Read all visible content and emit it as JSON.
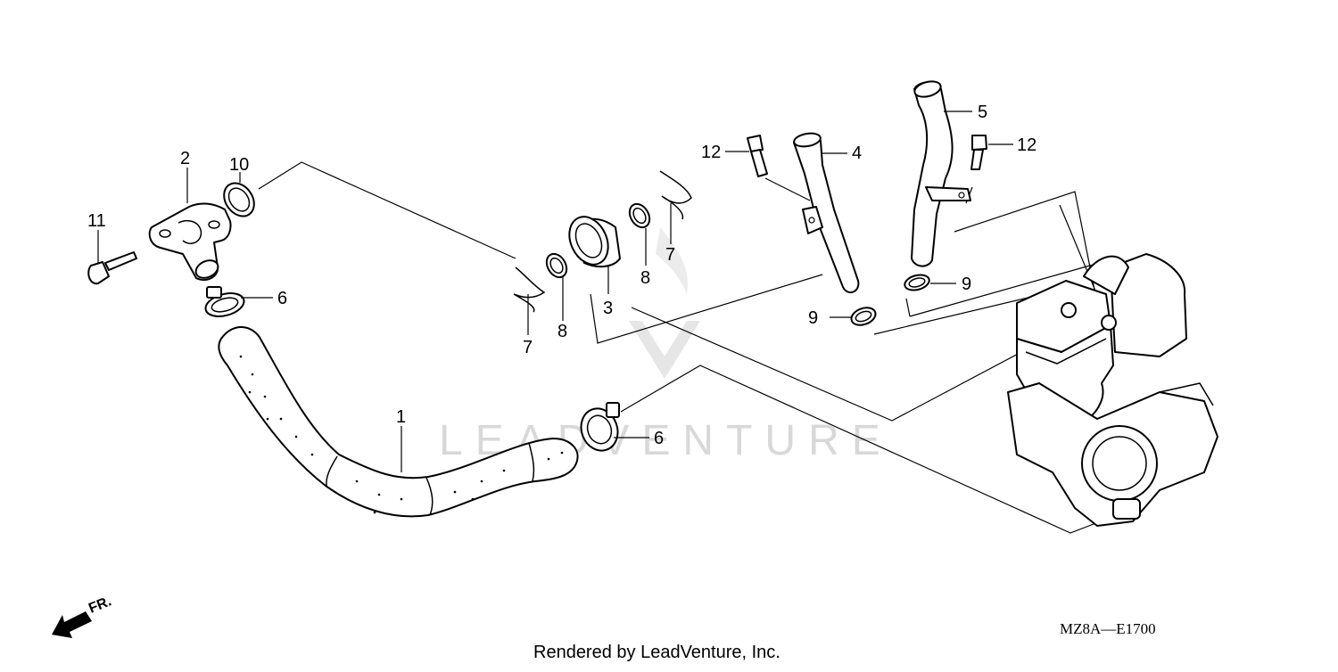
{
  "callouts": [
    {
      "id": "c1",
      "text": "1"
    },
    {
      "id": "c2",
      "text": "2"
    },
    {
      "id": "c3",
      "text": "3"
    },
    {
      "id": "c4",
      "text": "4"
    },
    {
      "id": "c5",
      "text": "5"
    },
    {
      "id": "c6a",
      "text": "6"
    },
    {
      "id": "c6b",
      "text": "6"
    },
    {
      "id": "c7a",
      "text": "7"
    },
    {
      "id": "c7b",
      "text": "7"
    },
    {
      "id": "c8a",
      "text": "8"
    },
    {
      "id": "c8b",
      "text": "8"
    },
    {
      "id": "c9a",
      "text": "9"
    },
    {
      "id": "c9b",
      "text": "9"
    },
    {
      "id": "c10",
      "text": "10"
    },
    {
      "id": "c11",
      "text": "11"
    },
    {
      "id": "c12a",
      "text": "12"
    },
    {
      "id": "c12b",
      "text": "12"
    }
  ],
  "front_marker": "FR.",
  "watermark": "LEADVENTURE",
  "diagram_code": "MZ8A—E1700",
  "credit": "Rendered by LeadVenture, Inc.",
  "colors": {
    "line": "#000000",
    "watermark": "#d8d8d8",
    "background": "#ffffff"
  }
}
